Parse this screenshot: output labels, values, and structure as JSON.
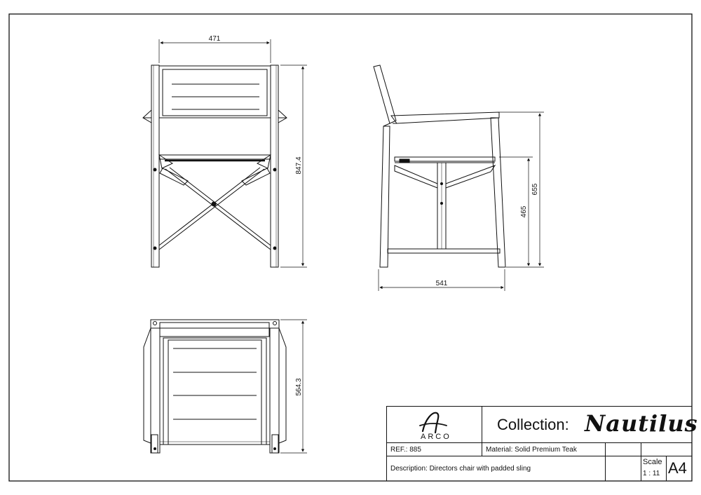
{
  "dimensions": {
    "front_width": "471",
    "front_height": "847.4",
    "side_depth": "541",
    "side_seat_height": "465",
    "side_arm_height": "655",
    "top_depth": "564.3"
  },
  "title_block": {
    "logo_text": "ARCO",
    "collection_label": "Collection:",
    "collection_name": "Nautilus",
    "ref": "REF.: 885",
    "material": "Material: Solid Premium Teak",
    "description": "Description: Directors chair with padded sling",
    "scale_label": "Scale",
    "scale_value": "1 : 11",
    "paper_size": "A4"
  }
}
